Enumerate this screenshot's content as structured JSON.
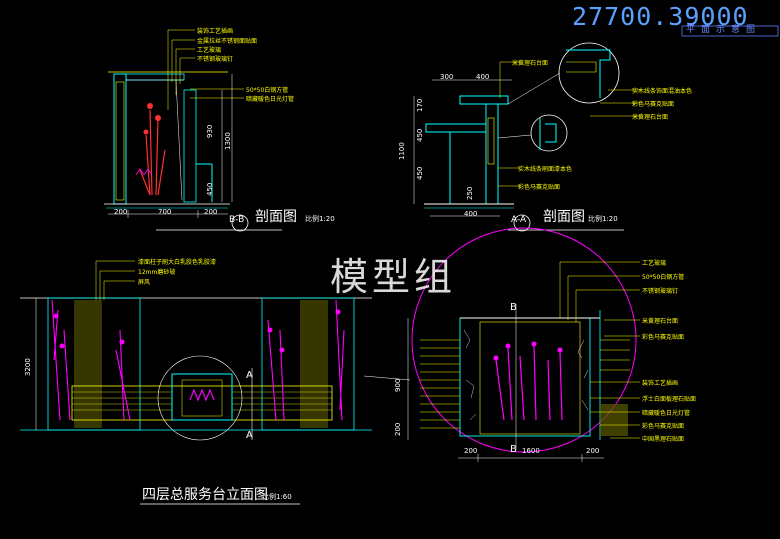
{
  "header": {
    "drawing_number": "27700.39000",
    "subtitle": "平面示意图"
  },
  "watermark": "模型组",
  "section_bb": {
    "title": "剖面图",
    "marker": "B-B",
    "scale": "比例1:20",
    "labels": [
      "装饰工艺插画",
      "金属拉丝不锈钢面贴面",
      "工艺玻璃",
      "不锈钢玻璃钉",
      "50*50白钢方管",
      "暗藏暖色日光灯管"
    ],
    "dims_bottom": [
      "200",
      "700",
      "200"
    ],
    "dims_right": [
      "930",
      "1300",
      "450"
    ]
  },
  "section_aa": {
    "title": "剖面图",
    "marker": "A-A",
    "scale": "比例1:20",
    "labels_top": [
      "米黄理石台面"
    ],
    "labels_right": [
      "实木线条饰面混油本色",
      "彩色马赛克贴面",
      "米黄理石台面",
      "实木线条刷面漆本色",
      "彩色马赛克贴面"
    ],
    "dims_top": [
      "300",
      "400"
    ],
    "dims_left": [
      "1100",
      "170",
      "450",
      "450"
    ],
    "dims_bottom": [
      "400",
      "250"
    ]
  },
  "elevation": {
    "title": "四层总服务台立面图",
    "scale": "比例1:60",
    "labels": [
      "漆面柱子刷大白乳胶色乳胶漆",
      "12mm磨砂玻",
      "屏风"
    ],
    "dim_left": "3200",
    "section_marks": [
      "A",
      "A"
    ]
  },
  "detail": {
    "labels_right": [
      "工艺玻璃",
      "50*50白钢方管",
      "不锈钢玻璃钉",
      "米黄理石台面",
      "彩色马赛克贴面",
      "装饰工艺插画",
      "浮士白面板理石贴面",
      "暗藏暖色日光灯管",
      "彩色马赛克贴面",
      "中国黑理石贴面"
    ],
    "dims_bottom": [
      "200",
      "1600",
      "200"
    ],
    "dims_left": [
      "900",
      "200"
    ],
    "section_marks": [
      "B",
      "B"
    ]
  },
  "colors": {
    "cad_cyan": "#00ffff",
    "cad_yellow": "#ffff00",
    "cad_magenta": "#ff00ff",
    "cad_white": "#ffffff",
    "cad_blue": "#5a7cff"
  }
}
